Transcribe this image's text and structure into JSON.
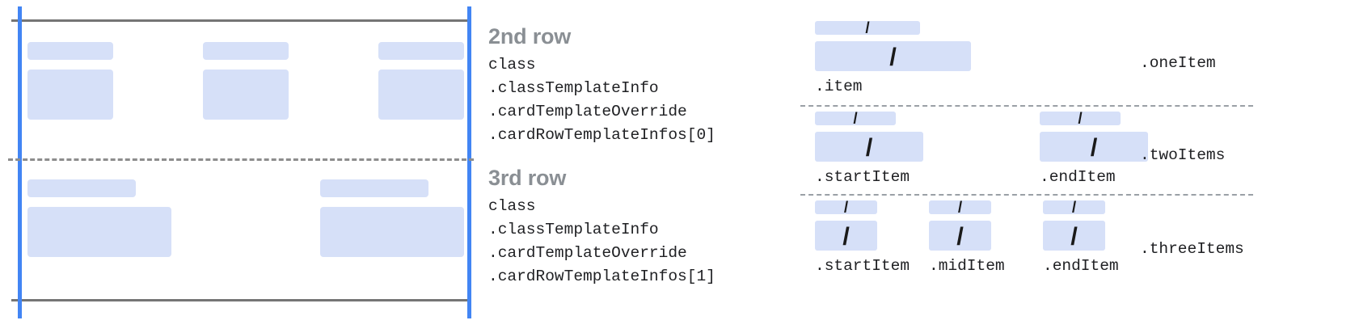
{
  "left_diagram": {
    "name": "card-grid-preview",
    "rows": [
      {
        "id": "row-2",
        "cells": [
          {
            "title_chip": "",
            "body_chip": ""
          },
          {
            "title_chip": "",
            "body_chip": ""
          },
          {
            "title_chip": "",
            "body_chip": ""
          }
        ]
      },
      {
        "id": "row-3",
        "cells": [
          {
            "title_chip": "",
            "body_chip": ""
          },
          {
            "title_chip": "",
            "body_chip": ""
          }
        ]
      }
    ],
    "colors": {
      "chip_fill": "#d6e0f8",
      "guide_blue": "#4285f4",
      "guide_gray": "#757575",
      "dashed_gray": "#8d8d8d"
    }
  },
  "captions": [
    {
      "heading": "2nd row",
      "lines": [
        "class",
        ".classTemplateInfo",
        ".cardTemplateOverride",
        ".cardRowTemplateInfos[0]"
      ]
    },
    {
      "heading": "3rd row",
      "lines": [
        "class",
        ".classTemplateInfo",
        ".cardTemplateOverride",
        ".cardRowTemplateInfos[1]"
      ]
    }
  ],
  "right_diagram": {
    "name": "row-layout-variants",
    "slash_glyph": "/",
    "variants": [
      {
        "id": "one-item",
        "label": ".oneItem",
        "slots": [
          {
            "label": ".item"
          }
        ]
      },
      {
        "id": "two-items",
        "label": ".twoItems",
        "slots": [
          {
            "label": ".startItem"
          },
          {
            "label": ".endItem"
          }
        ]
      },
      {
        "id": "three-items",
        "label": ".threeItems",
        "slots": [
          {
            "label": ".startItem"
          },
          {
            "label": ".midItem"
          },
          {
            "label": ".endItem"
          }
        ]
      }
    ]
  }
}
